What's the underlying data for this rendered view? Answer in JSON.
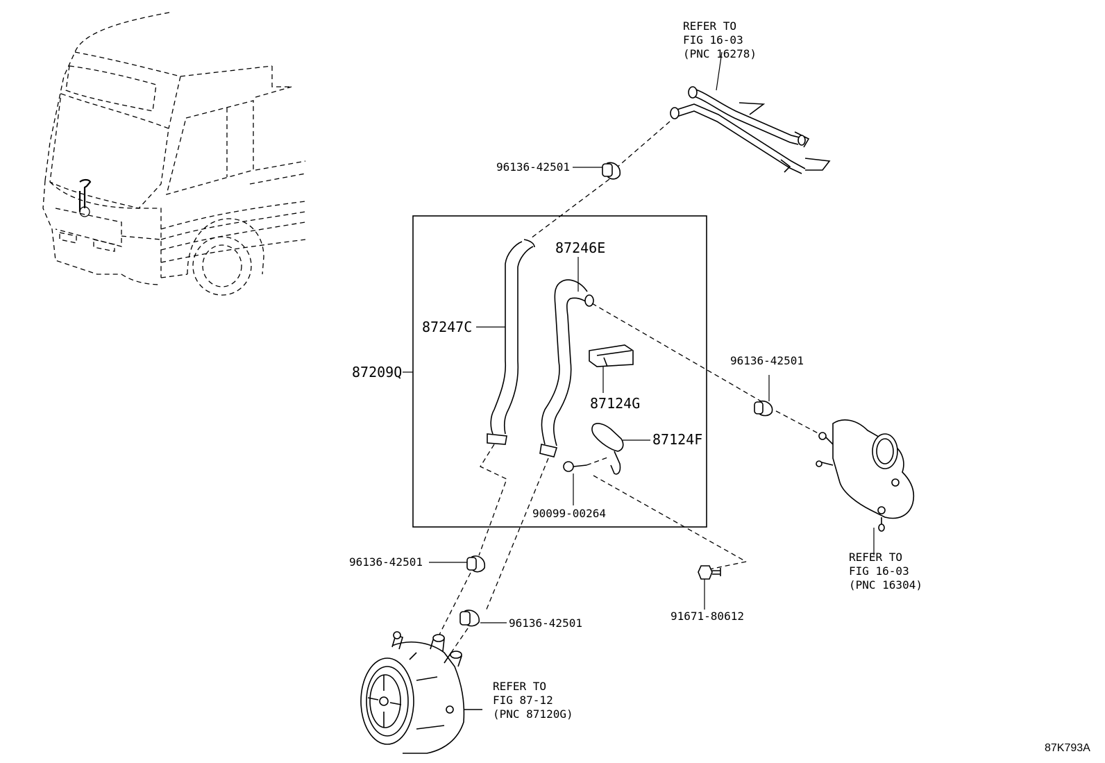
{
  "callouts": {
    "top_clamp": "96136-42501",
    "right_clamp": "96136-42501",
    "lower_clamp_1": "96136-42501",
    "lower_clamp_2": "96136-42501",
    "hose_c": "87247C",
    "hose_e": "87246E",
    "hose_sub_assy": "87209Q",
    "bracket_g": "87124G",
    "bracket_f": "87124F",
    "screw": "90099-00264",
    "bolt": "91671-80612"
  },
  "references": {
    "top": [
      "REFER TO",
      "FIG 16-03",
      "(PNC 16278)"
    ],
    "right": [
      "REFER TO",
      "FIG 16-03",
      "(PNC 16304)"
    ],
    "bottom": [
      "REFER TO",
      "FIG 87-12",
      "(PNC 87120G)"
    ]
  },
  "diagram_id": "87K793A",
  "icons": {
    "vehicle": "bus-front-icon",
    "water-pipe": "pipe-assembly-icon",
    "water-outlet": "water-outlet-icon",
    "compressor": "compressor-icon"
  }
}
